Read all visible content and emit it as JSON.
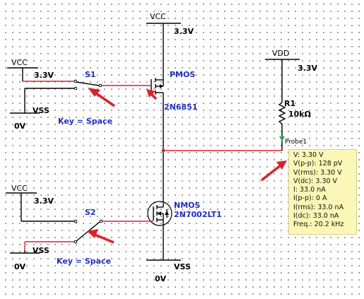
{
  "supplies": {
    "vcc_top": "VCC",
    "vcc_top_value": "3.3V",
    "vcc_s1": "VCC",
    "vcc_s1_value": "3.3V",
    "vss_s1": "VSS",
    "vss_s1_value": "0V",
    "vcc_s2": "VCC",
    "vcc_s2_value": "3.3V",
    "vss_s2": "VSS",
    "vss_s2_value": "0V",
    "vdd": "VDD",
    "vdd_value": "3.3V",
    "vss_bottom": "VSS",
    "vss_bottom_value": "0V"
  },
  "switches": {
    "s1_name": "S1",
    "s1_key": "Key = Space",
    "s2_name": "S2",
    "s2_key": "Key = Space"
  },
  "transistors": {
    "pmos_type": "PMOS",
    "pmos_part": "2N6851",
    "nmos_type": "NMOS",
    "nmos_part": "2N7002LT1"
  },
  "resistor": {
    "name": "R1",
    "value": "10kΩ"
  },
  "probe": {
    "name": "Probe1",
    "readings": [
      "V: 3.30 V",
      "V(p-p): 128 pV",
      "V(rms): 3.30 V",
      "V(dc): 3.30 V",
      "I: 33.0 nA",
      "I(p-p): 0 A",
      "I(rms): 33.0 nA",
      "I(dc): 33.0 nA",
      "Freq.: 20.2 kHz"
    ]
  },
  "colors": {
    "wire_black": "#000000",
    "wire_red": "#d9232a",
    "label_blue": "#1f2fbf",
    "probe_green": "#1faa3a",
    "probe_box": "#fcf7b6"
  }
}
